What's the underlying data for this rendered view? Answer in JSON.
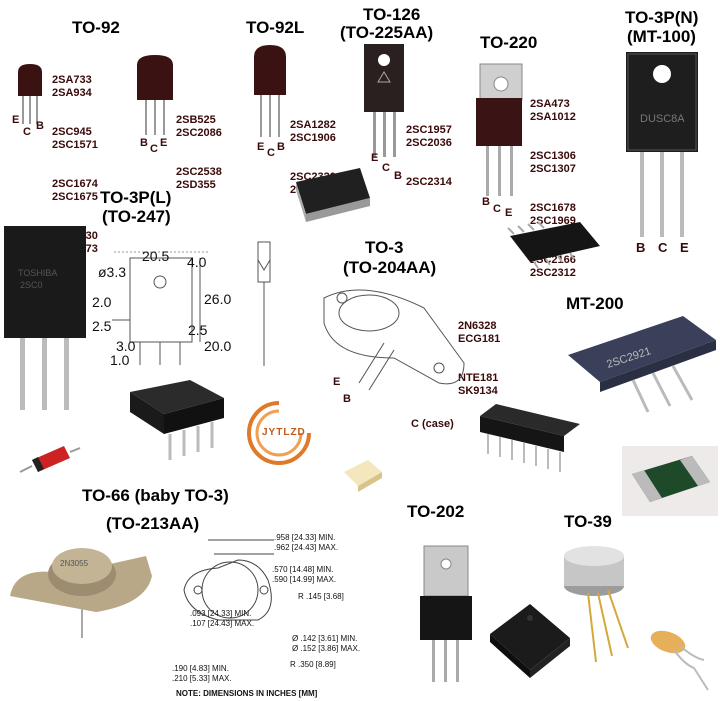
{
  "packages": {
    "to92": {
      "title": "TO-92",
      "parts": [
        "2SA733",
        "2SA934",
        "2SC945",
        "2SC1571",
        "2SC1674",
        "2SC1675",
        "2SC1730",
        "2SC1973"
      ],
      "pins": [
        "E",
        "C",
        "B"
      ]
    },
    "to92_b": {
      "parts": [
        "2SB525",
        "2SC2086",
        "2SC2538",
        "2SD355"
      ],
      "pins": [
        "B",
        "C",
        "E"
      ]
    },
    "to92l": {
      "title": "TO-92L",
      "parts": [
        "2SA1282",
        "2SC1906",
        "2SC2320",
        "2SD471"
      ],
      "pins": [
        "E",
        "C",
        "B"
      ]
    },
    "to126": {
      "title": "TO-126",
      "subtitle": "(TO-225AA)",
      "parts": [
        "2SC1957",
        "2SC2036",
        "2SC2314"
      ],
      "pins": [
        "E",
        "C",
        "B"
      ]
    },
    "to220": {
      "title": "TO-220",
      "parts": [
        "2SA473",
        "2SA1012",
        "2SC1306",
        "2SC1307",
        "2SC1678",
        "2SC1969",
        "2SC2166",
        "2SC2312"
      ],
      "pins": [
        "B",
        "C",
        "E"
      ]
    },
    "to3pn": {
      "title": "TO-3P(N)",
      "subtitle": "(MT-100)",
      "pins": [
        "B",
        "C",
        "E"
      ]
    },
    "to3pl": {
      "title": "TO-3P(L)",
      "subtitle": "(TO-247)",
      "dims": [
        "20.5",
        "4.0",
        "ø3.3",
        "2.0",
        "26.0",
        "2.5",
        "2.5",
        "3.0",
        "20.0",
        "1.0"
      ]
    },
    "to3": {
      "title": "TO-3",
      "subtitle": "(TO-204AA)",
      "parts": [
        "2N6328",
        "ECG181",
        "NTE181",
        "SK9134"
      ],
      "pins": [
        "E",
        "B"
      ],
      "case": "C (case)"
    },
    "mt200": {
      "title": "MT-200"
    },
    "to66": {
      "title": "TO-66 (baby TO-3)",
      "subtitle": "(TO-213AA)",
      "dims": [
        ".958 [24.33] MIN.",
        ".962 [24.43] MAX.",
        ".570 [14.48] MIN.",
        ".590 [14.99] MAX.",
        "R .145 [3.68]",
        ".093 [24.33] MIN.",
        ".107 [24.43] MAX.",
        "Ø .142 [3.61] MIN.",
        "Ø .152 [3.86] MAX.",
        "R .350 [8.89]",
        ".190 [4.83] MIN.",
        ".210 [5.33] MAX."
      ],
      "note": "NOTE: DIMENSIONS IN INCHES [MM]"
    },
    "to202": {
      "title": "TO-202"
    },
    "to39": {
      "title": "TO-39"
    }
  },
  "watermark": "JYTLZD",
  "colors": {
    "text": "#000000",
    "part_text": "#3a0a0a",
    "component_body": "#1b1b1b",
    "metal": "#c9b79a"
  }
}
